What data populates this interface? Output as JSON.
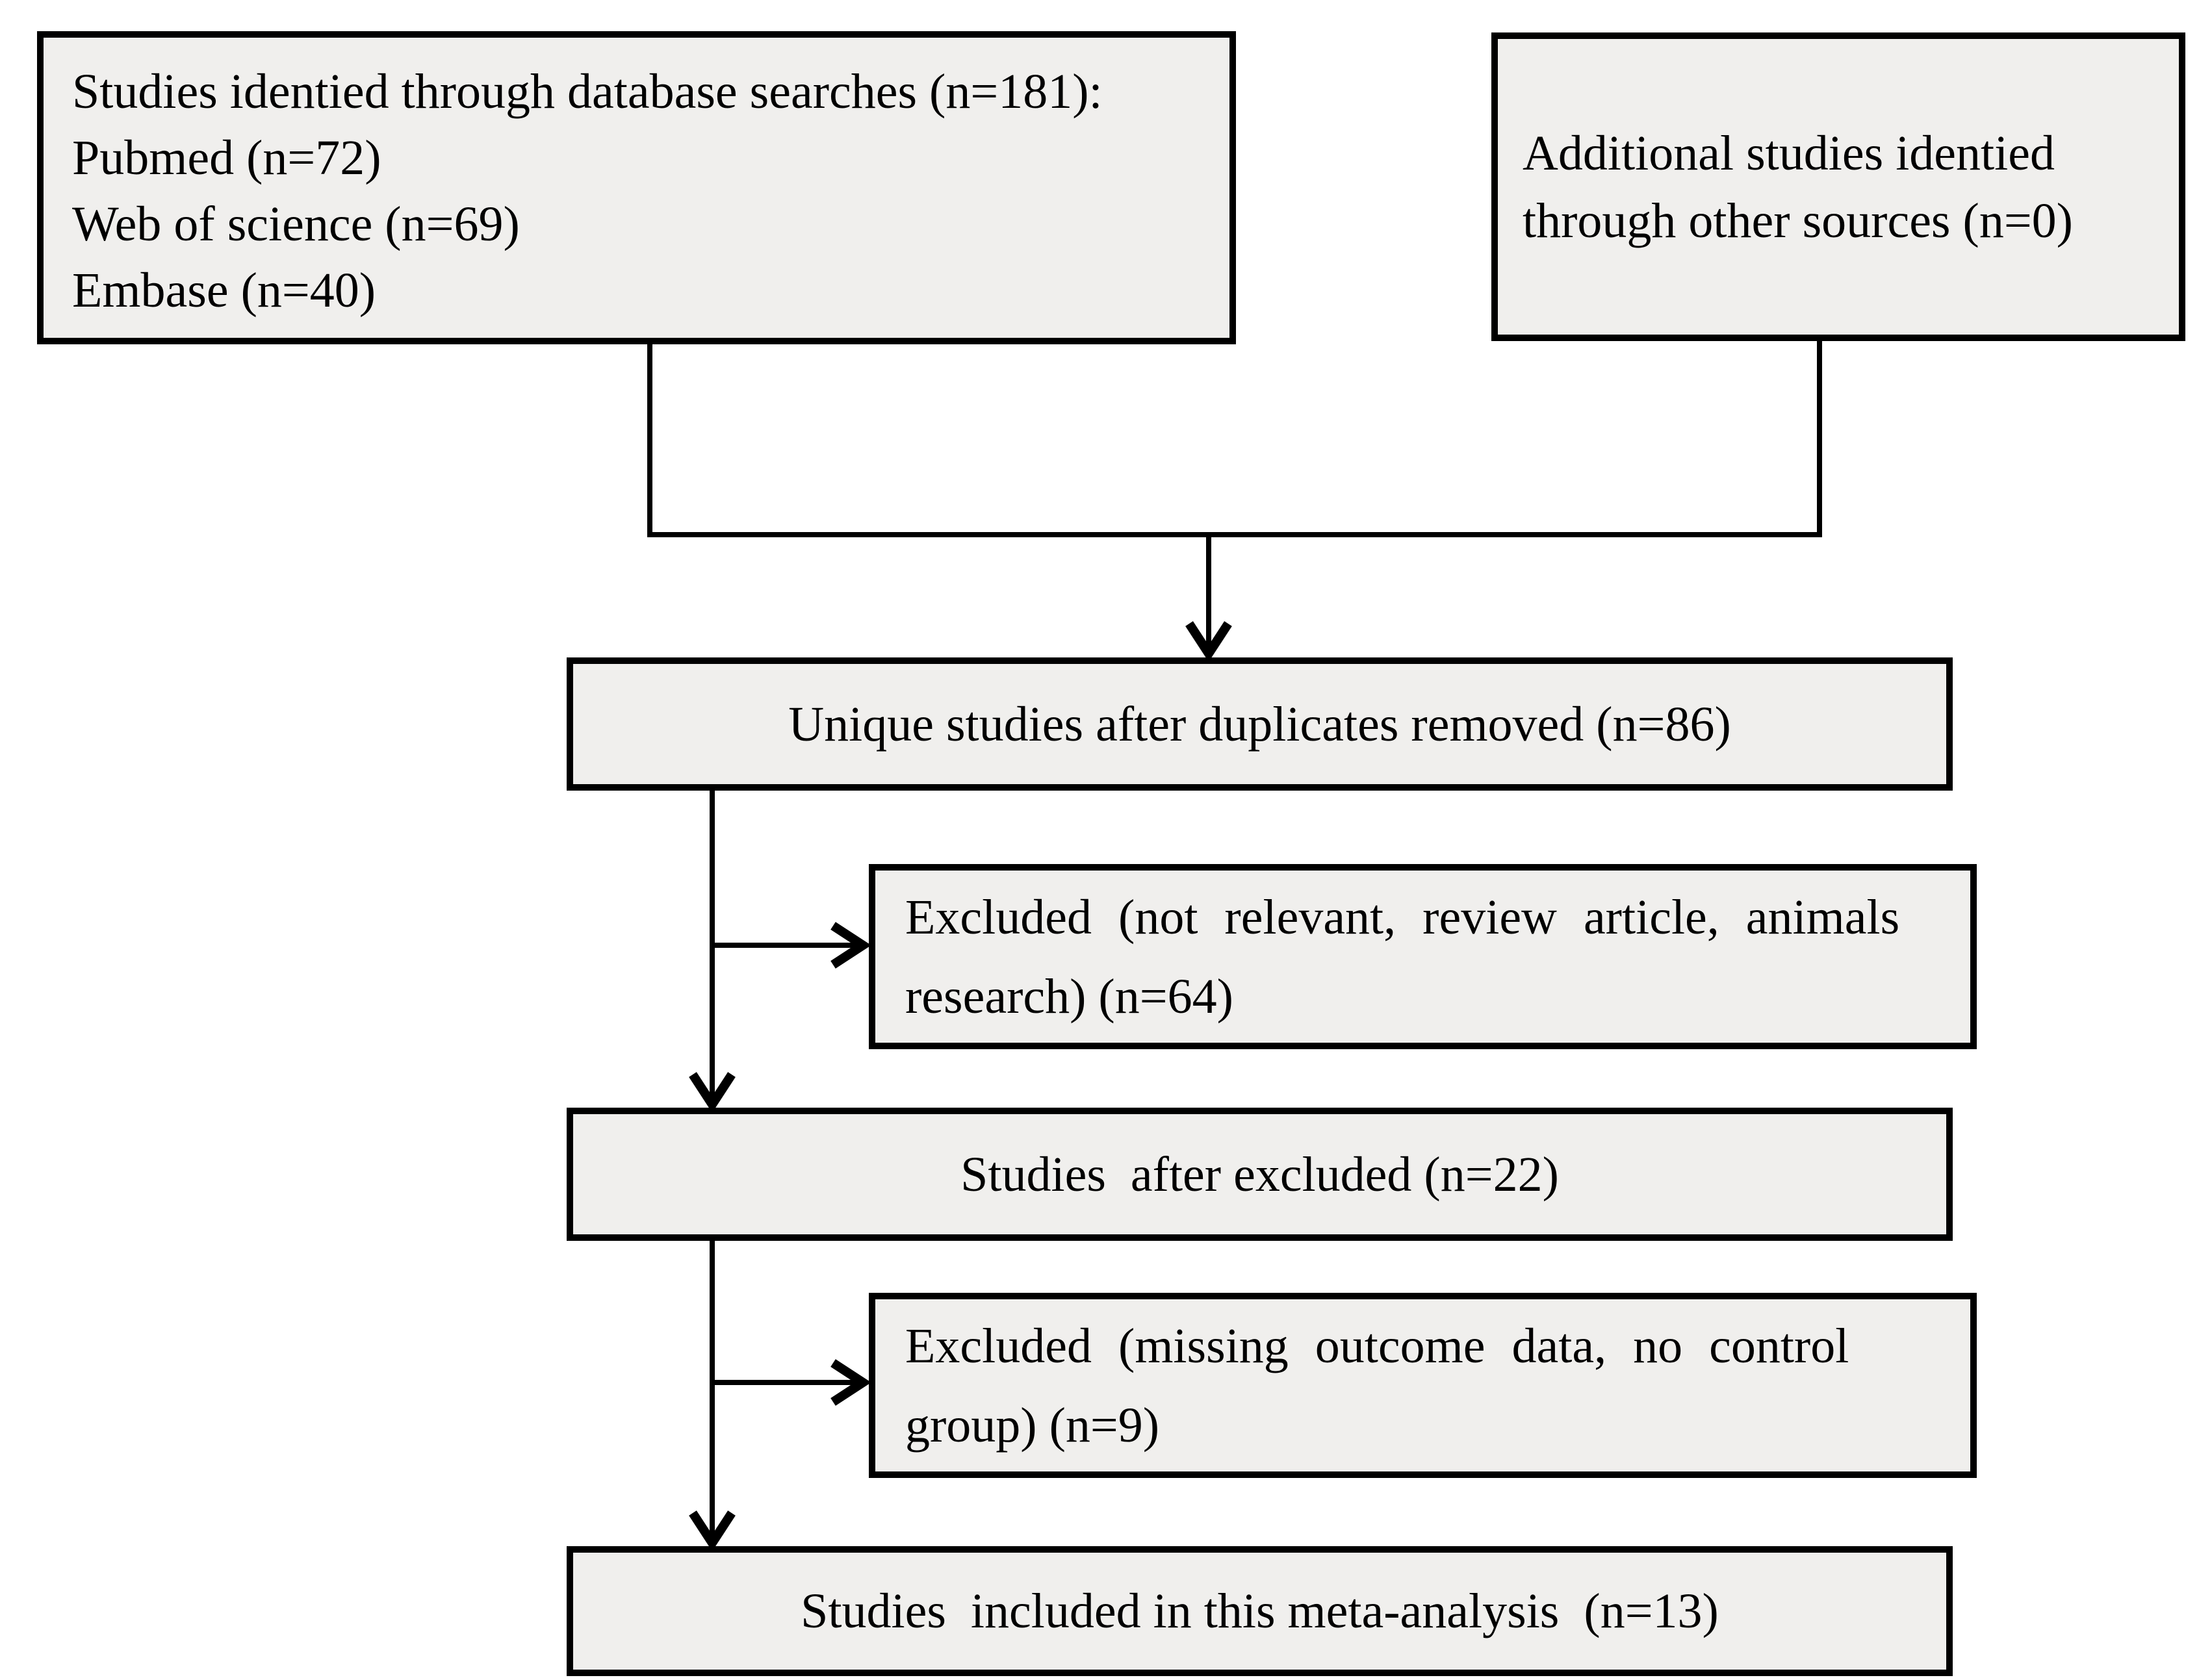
{
  "boxes": {
    "identification": {
      "lines": [
        "Studies identied through database searches (n=181):",
        "Pubmed (n=72)",
        "Web of science (n=69)",
        "Embase (n=40)"
      ]
    },
    "additional": {
      "lines": [
        "Additional studies identied",
        "through other sources (n=0)"
      ]
    },
    "unique": {
      "text": "Unique studies after duplicates removed (n=86)"
    },
    "excluded_screening": {
      "lines": [
        "Excluded (not relevant, review article, animals",
        "research) (n=64)"
      ]
    },
    "after_excluded": {
      "text": "Studies  after excluded (n=22)"
    },
    "excluded_eligibility": {
      "lines": [
        "Excluded (missing outcome data, no control",
        "group) (n=9)"
      ]
    },
    "included": {
      "text": "Studies  included in this meta-analysis  (n=13)"
    }
  },
  "colors": {
    "background": "#ffffff",
    "box_fill": "#f0efed",
    "box_border": "#000000",
    "line": "#000000",
    "text": "#000000"
  }
}
